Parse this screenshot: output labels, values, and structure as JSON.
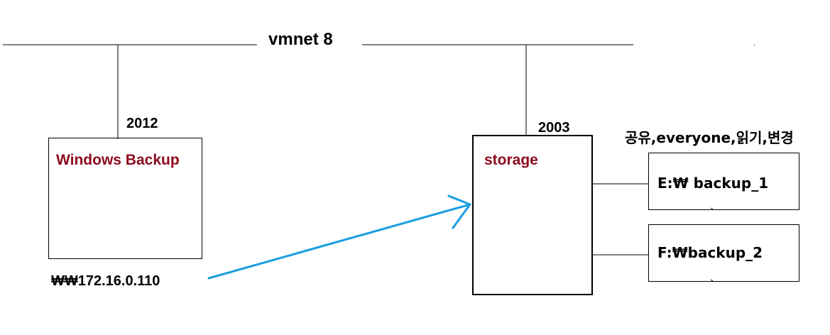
{
  "network": {
    "label": "vmnet 8"
  },
  "windows_host": {
    "version": "2012",
    "name": "Windows Backup",
    "address": "₩₩172.16.0.110"
  },
  "storage_host": {
    "version": "2003",
    "name": "storage",
    "share_note": "공유,everyone,읽기,변경",
    "drives": [
      {
        "label": "E:₩ backup_1"
      },
      {
        "label": "F:₩backup_2"
      }
    ]
  },
  "colors": {
    "line": "#000000",
    "box_title": "#8b0a1e",
    "arrow": "#1a9ee0"
  }
}
